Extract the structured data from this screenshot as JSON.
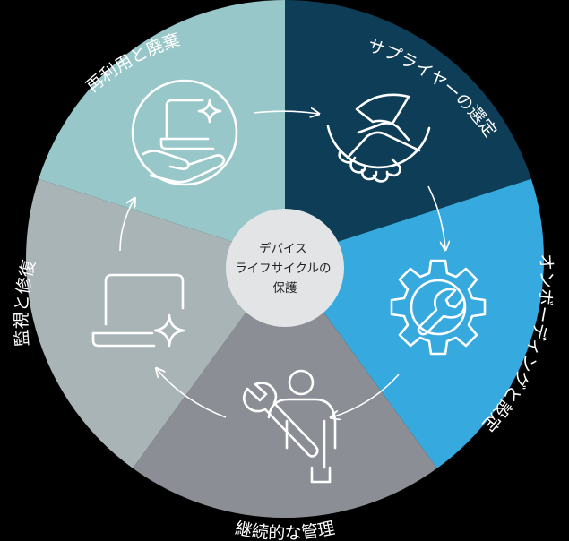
{
  "diagram": {
    "center_label_lines": [
      "デバイス",
      "ライフサイクルの",
      "保護"
    ],
    "segments": [
      {
        "id": "supplier",
        "label": "サプライヤーの選定",
        "color": "#0e3d57",
        "icon": "handshake-icon"
      },
      {
        "id": "onboarding",
        "label": "オンボーディングと設定",
        "color": "#36a9df",
        "icon": "gear-wrench-icon"
      },
      {
        "id": "management",
        "label": "継続的な管理",
        "color": "#8b8f95",
        "icon": "person-wrench-icon"
      },
      {
        "id": "monitoring",
        "label": "監視と修復",
        "color": "#a9b4b6",
        "icon": "laptop-sparkle-icon"
      },
      {
        "id": "reuse",
        "label": "再利用と廃棄",
        "color": "#98c7c9",
        "icon": "hand-laptop-icon"
      }
    ],
    "center_color": "#e3e4e6"
  }
}
